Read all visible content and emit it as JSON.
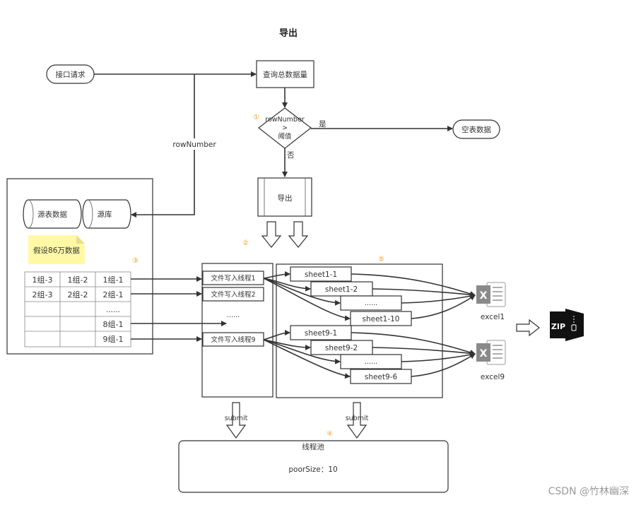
{
  "title": "导出",
  "nodes": {
    "request": "接口请求",
    "query_total": "查询总数据量",
    "decision_line1": "rowNumber",
    "decision_line2": ">",
    "decision_line3": "阈值",
    "yes": "是",
    "no": "否",
    "empty_data": "空表数据",
    "export": "导出",
    "row_number": "rowNumber",
    "source_data": "源表数据",
    "source_db": "源库",
    "assume_note": "假设86万数据",
    "thread_pool": "线程池",
    "pool_size": "poorSize：10"
  },
  "markers": [
    "①",
    "②",
    "③",
    "④",
    "⑤"
  ],
  "table_rows": [
    [
      "1组-3",
      "1组-2",
      "1组-1"
    ],
    [
      "2组-3",
      "2组-2",
      "2组-1"
    ],
    [
      "",
      "",
      "......"
    ],
    [
      "",
      "",
      "8组-1"
    ],
    [
      "",
      "",
      "9组-1"
    ]
  ],
  "threads": [
    "文件写入线程1",
    "文件写入线程2",
    "......",
    "文件写入线程9"
  ],
  "sheets_group1": [
    "sheet1-1",
    "sheet1-2",
    "......",
    "sheet1-10"
  ],
  "sheets_group9": [
    "sheet9-1",
    "sheet9-2",
    "......",
    "sheet9-6"
  ],
  "excel_labels": [
    "excel1",
    "excel9"
  ],
  "excel_icon_letter": "X",
  "zip_label": "ZIP",
  "submit_labels": [
    "submit",
    "submit"
  ],
  "watermark": "CSDN @竹林幽深",
  "colors": {
    "note_fill": "#fff9a6",
    "marker": "#f39c12",
    "excel_gray": "#8a8a8a"
  }
}
